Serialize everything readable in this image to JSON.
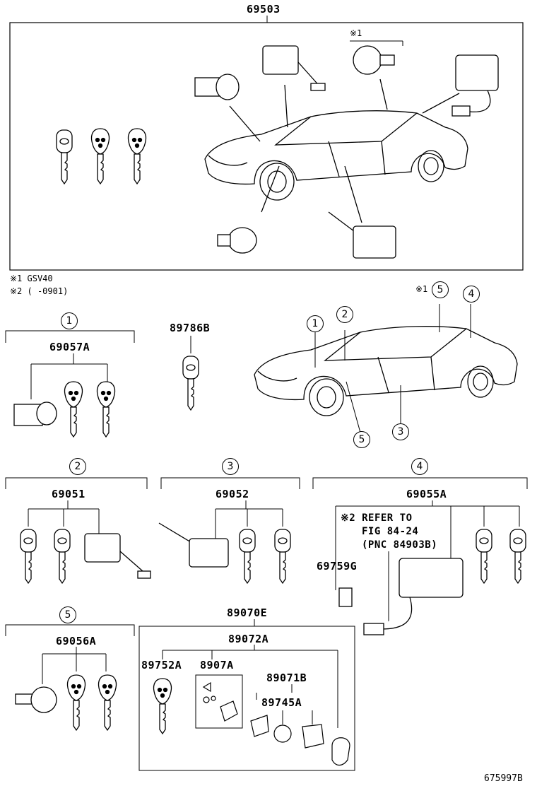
{
  "top_part_no": "69503",
  "note1": "※1 GSV40",
  "note2": "※2 (    -0901)",
  "callout_star1": "※1",
  "mark_star1": "※1",
  "refs": [
    "1",
    "2",
    "3",
    "4",
    "5"
  ],
  "sections": {
    "s1": {
      "ref": "1",
      "part": "69057A"
    },
    "s1b": {
      "part": "89786B"
    },
    "s2": {
      "ref": "2",
      "part": "69051"
    },
    "s3": {
      "ref": "3",
      "part": "69052"
    },
    "s4": {
      "ref": "4",
      "part": "69055A",
      "sub_part": "69759G",
      "note_line1": "※2 REFER TO",
      "note_line2": "FIG 84-24",
      "note_line3": "(PNC 84903B)"
    },
    "s5": {
      "ref": "5",
      "part": "69056A"
    },
    "s6": {
      "part": "89070E",
      "sub_part": "89072A",
      "a": "89752A",
      "b": "8907A",
      "c": "89071B",
      "d": "89745A"
    }
  },
  "footer_code": "675997B"
}
